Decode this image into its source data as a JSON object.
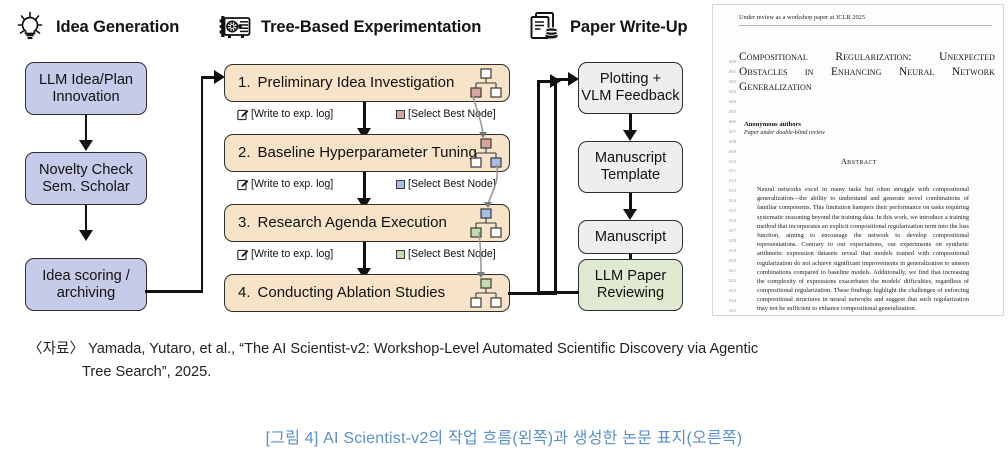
{
  "sections": [
    {
      "id": "idea-generation",
      "icon": "lightbulb-icon",
      "title": "Idea Generation"
    },
    {
      "id": "tree-experimentation",
      "icon": "gpu-card-icon",
      "title": "Tree-Based Experimentation"
    },
    {
      "id": "paper-writeup",
      "icon": "documents-database-icon",
      "title": "Paper Write-Up"
    }
  ],
  "idea_generation": {
    "boxes": [
      {
        "id": "llm-idea-plan-innovation",
        "line1": "LLM Idea/Plan",
        "line2": "Innovation",
        "color": "#c5cbe8"
      },
      {
        "id": "novelty-check-sem-scholar",
        "line1": "Novelty Check",
        "line2": "Sem. Scholar",
        "color": "#c5cbe8"
      },
      {
        "id": "idea-scoring-archiving",
        "line1": "Idea scoring /",
        "line2": "archiving",
        "color": "#c5cbe8"
      }
    ]
  },
  "tree_experimentation": {
    "stages": [
      {
        "id": "preliminary-idea-investigation",
        "num": "1.",
        "label": "Preliminary Idea Investigation",
        "node_color": "#d9a3a0"
      },
      {
        "id": "baseline-hyperparameter-tuning",
        "num": "2.",
        "label": "Baseline Hyperparameter Tuning",
        "node_color": "#a8bde3"
      },
      {
        "id": "research-agenda-execution",
        "num": "3.",
        "label": "Research Agenda Execution",
        "node_color": "#c2dcae"
      },
      {
        "id": "conducting-ablation-studies",
        "num": "4.",
        "label": "Conducting Ablation Studies",
        "node_color": "#c2dcae"
      }
    ],
    "edges": [
      {
        "write_label": "[Write to exp. log]",
        "select_label": "[Select Best Node]",
        "swatch_color": "#d9a3a0"
      },
      {
        "write_label": "[Write to exp. log]",
        "select_label": "[Select Best Node]",
        "swatch_color": "#a8bde3"
      },
      {
        "write_label": "[Write to exp. log]",
        "select_label": "[Select Best Node]",
        "swatch_color": "#c2dcae"
      }
    ]
  },
  "paper_writeup": {
    "boxes": [
      {
        "id": "plotting-vlm-feedback",
        "line1": "Plotting +",
        "line2": "VLM Feedback",
        "color": "#eeeeee"
      },
      {
        "id": "manuscript-template",
        "line1": "Manuscript",
        "line2": "Template",
        "color": "#eeeeee"
      },
      {
        "id": "manuscript",
        "line1": "Manuscript",
        "line2": "",
        "color": "#eeeeee"
      },
      {
        "id": "llm-paper-reviewing",
        "line1": "LLM Paper",
        "line2": "Reviewing",
        "color": "#dfead0"
      }
    ]
  },
  "paper": {
    "header": "Under review as a workshop paper at ICLR 2025",
    "title": "Compositional Regularization: Unexpected Obstacles in Enhancing Neural Network Generalization",
    "authors": "Anonymous authors",
    "authors_note": "Paper under double-blind review",
    "abstract_heading": "Abstract",
    "abstract": "Neural networks excel in many tasks but often struggle with compositional generalization—the ability to understand and generate novel combinations of familiar components. This limitation hampers their performance on tasks requiring systematic reasoning beyond the training data. In this work, we introduce a training method that incorporates an explicit compositional regularization term into the loss function, aiming to encourage the network to develop compositional representations. Contrary to our expectations, our experiments on synthetic arithmetic expression datasets reveal that models trained with compositional regularization do not achieve significant improvements in generalization to unseen combinations compared to baseline models. Additionally, we find that increasing the complexity of expressions exacerbates the models' difficulties, regardless of compositional regularization. These findings highlight the challenges of enforcing compositional structures in neural networks and suggest that such regularization may not be sufficient to enhance compositional generalization.",
    "line_number_start": 0,
    "line_number_end": 26
  },
  "source_note": {
    "prefix": "〈자료〉",
    "line1": "Yamada, Yutaro, et al., “The AI Scientist-v2: Workshop-Level Automated Scientific Discovery via Agentic",
    "line2": "Tree Search”, 2025."
  },
  "figure_caption": "[그림 4] AI Scientist-v2의 작업 흐름(왼쪽)과 생성한 논문 표지(오른쪽)",
  "colors": {
    "idea_box": "#c5cbe8",
    "stage_box": "#f7e3c8",
    "writeup_box": "#eeeeee",
    "review_box": "#dfead0",
    "caption_blue": "#5b8fd0",
    "node_red": "#d9a3a0",
    "node_blue": "#a8bde3",
    "node_green": "#c2dcae"
  }
}
